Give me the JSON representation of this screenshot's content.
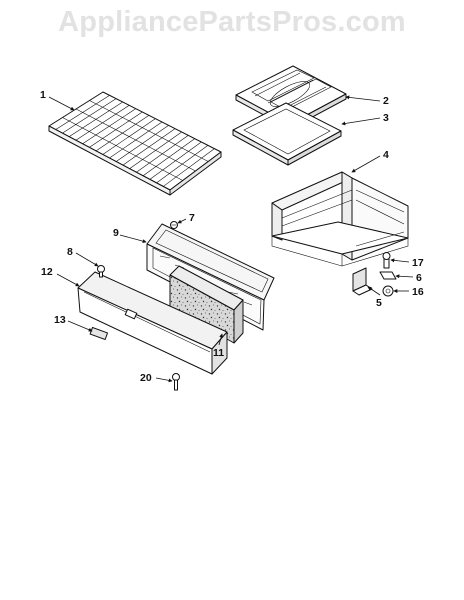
{
  "watermark": "AppliancePartsPros.com",
  "callouts": {
    "c1": "1",
    "c2": "2",
    "c3": "3",
    "c4": "4",
    "c5": "5",
    "c6": "6",
    "c7": "7",
    "c8": "8",
    "c9": "9",
    "c11": "11",
    "c12": "12",
    "c13": "13",
    "c16": "16",
    "c17": "17",
    "c20": "20"
  }
}
